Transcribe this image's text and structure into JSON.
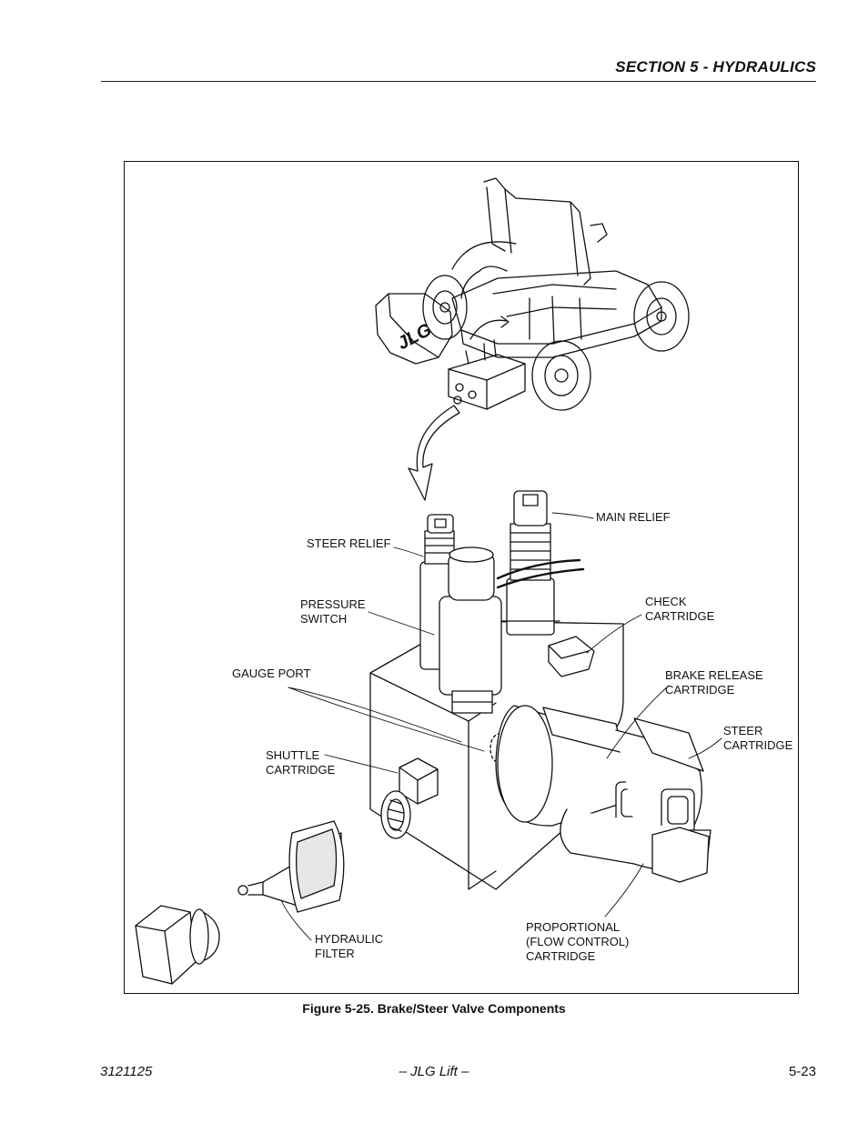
{
  "header": {
    "section_title": "SECTION 5 - HYDRAULICS"
  },
  "figure": {
    "callouts": {
      "main_relief": "MAIN RELIEF",
      "steer_relief": "STEER RELIEF",
      "pressure_switch": "PRESSURE\nSWITCH",
      "check_cartridge": "CHECK\nCARTRIDGE",
      "gauge_port": "GAUGE PORT",
      "brake_release": "BRAKE RELEASE\nCARTRIDGE",
      "steer_cartridge": "STEER\nCARTRIDGE",
      "shuttle_cartridge": "SHUTTLE\nCARTRIDGE",
      "hydraulic_filter": "HYDRAULIC\nFILTER",
      "proportional": "PROPORTIONAL\n(FLOW CONTROL)\nCARTRIDGE"
    },
    "logo_text": "JLG",
    "caption": "Figure 5-25.  Brake/Steer Valve Components"
  },
  "footer": {
    "doc_number": "3121125",
    "publisher": "– JLG Lift –",
    "page_number": "5-23"
  }
}
